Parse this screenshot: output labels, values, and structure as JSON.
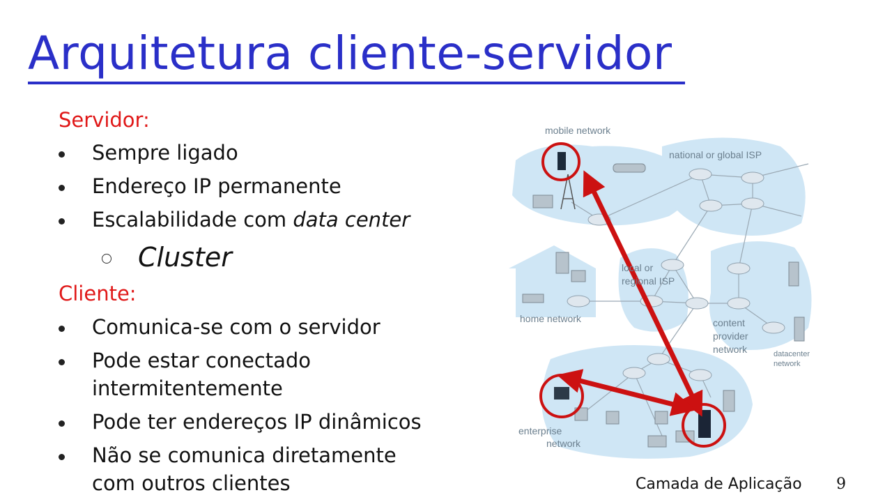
{
  "slide": {
    "title": "Arquitetura cliente-servidor",
    "server_heading": "Servidor:",
    "server_bullets": [
      "Sempre ligado",
      "Endereço IP permanente",
      "Escalabilidade com "
    ],
    "server_bullet3_italic": "data center",
    "sub_bullet": "Cluster",
    "client_heading": "Cliente:",
    "client_bullets": [
      "Comunica-se com o servidor",
      "Pode estar conectado",
      "intermitentemente",
      "Pode ter endereços IP dinâmicos",
      "Não se comunica diretamente",
      "com outros clientes"
    ],
    "footer": "Camada de Aplicação",
    "page_number": "9"
  },
  "diagram": {
    "labels": {
      "mobile": "mobile network",
      "national": "national or global ISP",
      "local1": "local or",
      "local2": "regional ISP",
      "home": "home network",
      "content1": "content",
      "content2": "provider",
      "content3": "network",
      "datacenter1": "datacenter",
      "datacenter2": "network",
      "enterprise1": "enterprise",
      "enterprise2": "network"
    },
    "colors": {
      "region": "#cfe6f5",
      "arrow": "#cc1111",
      "router": "#dfe7ee"
    }
  }
}
